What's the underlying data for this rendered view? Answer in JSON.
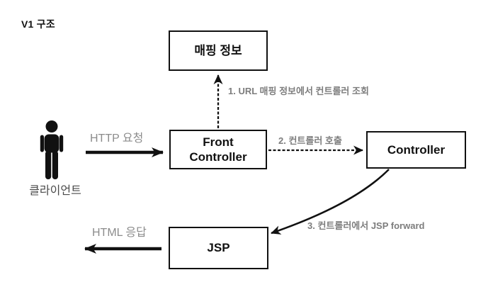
{
  "title": "V1 구조",
  "nodes": {
    "mapping": "매핑 정보",
    "front_controller": {
      "lines": [
        "Front",
        "Controller"
      ]
    },
    "controller": "Controller",
    "jsp": "JSP"
  },
  "actor": {
    "label": "클라이언트"
  },
  "flows": {
    "http_request": "HTTP 요청",
    "html_response": "HTML 응답",
    "step1": "1. URL 매핑 정보에서 컨트롤러 조회",
    "step2": "2. 컨트롤러 호출",
    "step3": "3. 컨트롤러에서 JSP forward"
  },
  "colors": {
    "line": "#111111",
    "box_border": "#111111",
    "step_label_gray": "#7d7d7d",
    "flow_label_gray": "#8c8c8c",
    "actor_text_gray": "#4a4a4a",
    "background": "#ffffff"
  }
}
